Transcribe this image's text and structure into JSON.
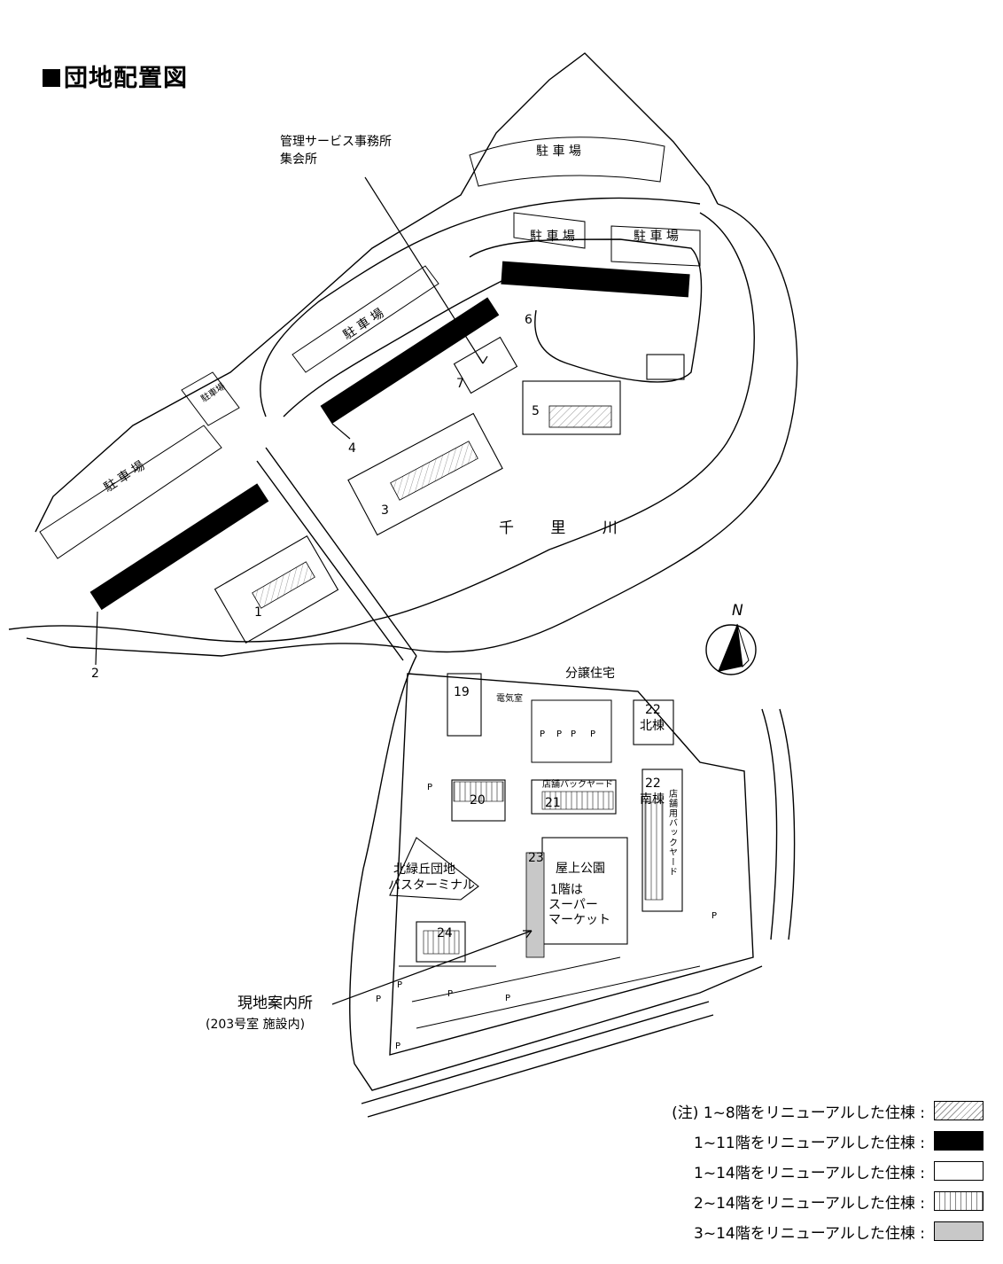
{
  "title": "団地配置図",
  "labels": {
    "office": "管理サービス事務所",
    "assembly": "集会所",
    "parking": "駐 車 場",
    "parking_small": "駐車場",
    "river": "千 里 川",
    "north": "N",
    "condo": "分譲住宅",
    "electric_room": "電気室",
    "shop_backyard_h": "店舗バックヤード",
    "shop_backyard_v": "店舗用バックヤード",
    "rooftop_park": "屋上公園",
    "supermarket_1": "1階は",
    "supermarket_2": "スーパー",
    "supermarket_3": "マーケット",
    "bus_terminal_1": "北緑丘団地",
    "bus_terminal_2": "バスターミナル",
    "onsite_office_1": "現地案内所",
    "onsite_office_2": "(203号室 施設内)",
    "p": "P"
  },
  "buildings": {
    "b1": "1",
    "b2": "2",
    "b3": "3",
    "b4": "4",
    "b5": "5",
    "b6": "6",
    "b7": "7",
    "b19": "19",
    "b20": "20",
    "b21": "21",
    "b22n_num": "22",
    "b22n_txt": "北棟",
    "b22s_num": "22",
    "b22s_txt": "南棟",
    "b23": "23",
    "b24": "24"
  },
  "legend": [
    {
      "text": "(注) 1~8階をリニューアルした住棟 :",
      "swatch": "hatch"
    },
    {
      "text": "1~11階をリニューアルした住棟 :",
      "swatch": "black"
    },
    {
      "text": "1~14階をリニューアルした住棟 :",
      "swatch": "white"
    },
    {
      "text": "2~14階をリニューアルした住棟 :",
      "swatch": "vlines"
    },
    {
      "text": "3~14階をリニューアルした住棟 :",
      "swatch": "gray"
    }
  ]
}
